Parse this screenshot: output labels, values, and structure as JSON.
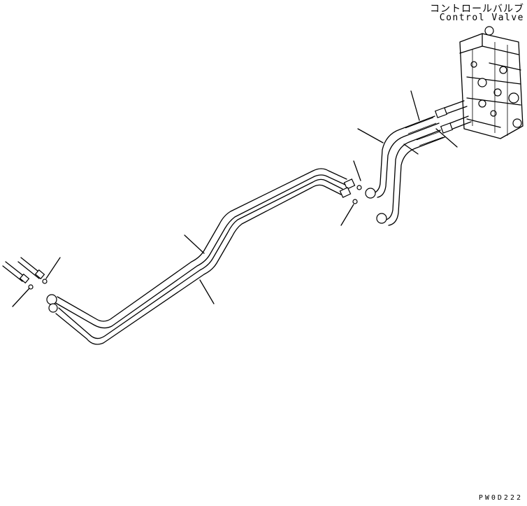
{
  "labels": {
    "component_jp": "コントロールバルブ",
    "component_en": "Control Valve",
    "drawing_code": "PW0D222"
  }
}
